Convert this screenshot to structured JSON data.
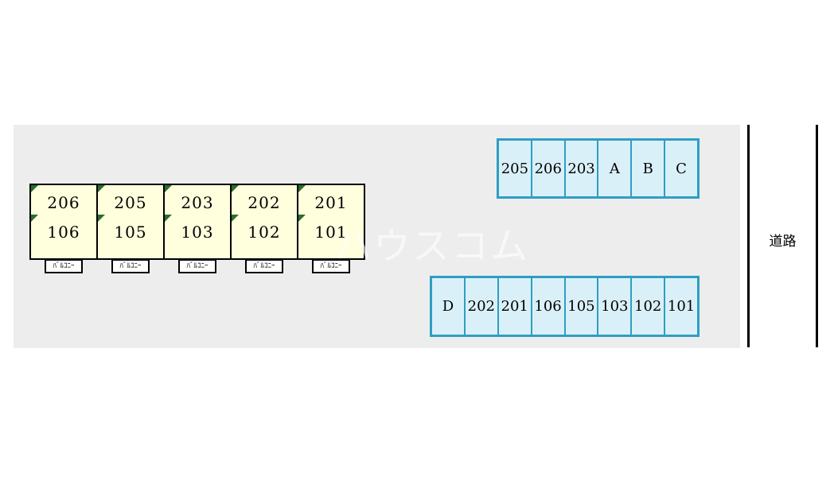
{
  "colors": {
    "site_background": "#EDEDED",
    "building_fill": "#FFFFDE",
    "building_border": "#000000",
    "entrance_marker_green": "#2A6E2A",
    "parking_fill": "#DAF0F8",
    "parking_border": "#2E9EC4",
    "road_line": "#000000",
    "watermark_color": "#FFFFFF"
  },
  "building": {
    "units": [
      {
        "upper": "206",
        "lower": "106",
        "balcony": "ﾊﾞﾙｺﾆｰ"
      },
      {
        "upper": "205",
        "lower": "105",
        "balcony": "ﾊﾞﾙｺﾆｰ"
      },
      {
        "upper": "203",
        "lower": "103",
        "balcony": "ﾊﾞﾙｺﾆｰ"
      },
      {
        "upper": "202",
        "lower": "102",
        "balcony": "ﾊﾞﾙｺﾆｰ"
      },
      {
        "upper": "201",
        "lower": "101",
        "balcony": "ﾊﾞﾙｺﾆｰ"
      }
    ]
  },
  "parking": {
    "top_row": [
      "205",
      "206",
      "203",
      "A",
      "B",
      "C"
    ],
    "bottom_row": [
      "D",
      "202",
      "201",
      "106",
      "105",
      "103",
      "102",
      "101"
    ]
  },
  "road": {
    "label": "道路"
  },
  "watermark": {
    "text": "ハウスコム"
  }
}
